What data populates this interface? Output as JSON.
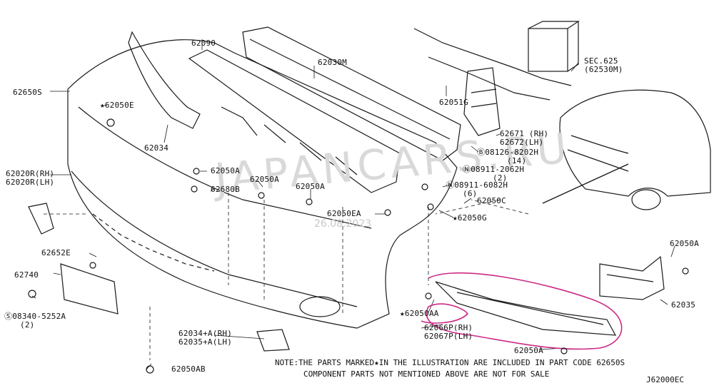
{
  "watermark": "JAPANCARS.RU",
  "stamp_date": "26.08.2023",
  "labels": {
    "l62650S": "62650S",
    "l62050E": "62050E",
    "l62034": "62034",
    "l62090": "62090",
    "l62030M": "62030M",
    "l62051G": "62051G",
    "lSEC": "SEC.625",
    "lSEC2": "(62530M)",
    "l62020R_RH": "62020R(RH)",
    "l62020R_LH": "62020R(LH)",
    "l62050A_1": "62050A",
    "l62680B": "62680B",
    "l62050A_2": "62050A",
    "l62050A_3": "62050A",
    "l62050EA": "62050EA",
    "l62671": "62671 (RH)",
    "l62672": "62672(LH)",
    "l08126": "08126-8202H",
    "l08126q": "(14)",
    "l08911": "08911-2062H",
    "l08911q": "(2)",
    "l08911b": "08911-6082H",
    "l08911bq": "(6)",
    "l62050C": "62050C",
    "l62050G": "62050G",
    "l62652E": "62652E",
    "l62740": "62740",
    "l08340": "08340-5252A",
    "l08340q": "(2)",
    "l62050AA": "62050AA",
    "l62066P": "62066P(RH)",
    "l62067P": "62067P(LH)",
    "l62034A": "62034+A(RH)",
    "l62035A": "62035+A(LH)",
    "l62050A_4": "62050A",
    "l62050A_5": "62050A",
    "l62035": "62035",
    "l62050AB": "62050AB",
    "code": "J62000EC"
  },
  "note_line1": "NOTE:THE PARTS MARKED★IN THE ILLUSTRATION ARE INCLUDED IN PART CODE 62650S",
  "note_line2": "COMPONENT PARTS NOT MENTIONED ABOVE ARE NOT FOR SALE",
  "colors": {
    "highlight": "#cc2a86",
    "line": "#1a1a1a"
  }
}
